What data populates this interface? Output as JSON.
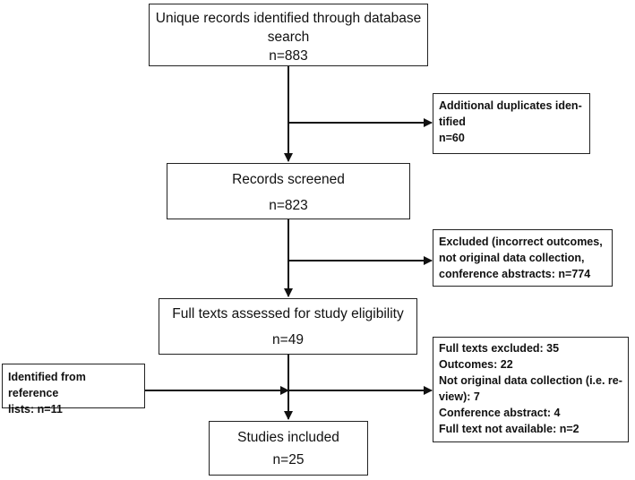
{
  "flow": {
    "identified": {
      "title_line1": "Unique records identified through database",
      "title_line2": "search",
      "count": "n=883"
    },
    "duplicates": {
      "line1": "Additional duplicates iden-",
      "line2": "tified",
      "line3": "n=60"
    },
    "screened": {
      "title": "Records screened",
      "count": "n=823"
    },
    "excluded": {
      "line1": "Excluded (incorrect outcomes,",
      "line2": "not original data collection,",
      "line3": "conference abstracts: n=774"
    },
    "fulltexts": {
      "title": "Full texts assessed for study eligibility",
      "count": "n=49"
    },
    "reference_lists": {
      "line1": "Identified from reference",
      "line2": "lists: n=11"
    },
    "fulltext_excluded": {
      "line1": "Full texts excluded: 35",
      "line2": "Outcomes: 22",
      "line3": "Not original data collection (i.e. re-",
      "line4": "view): 7",
      "line5": "Conference abstract: 4",
      "line6": "Full text not available: n=2"
    },
    "included": {
      "title": "Studies included",
      "count": "n=25"
    }
  },
  "colors": {
    "line": "#111111",
    "border": "#222222",
    "text": "#111111"
  }
}
